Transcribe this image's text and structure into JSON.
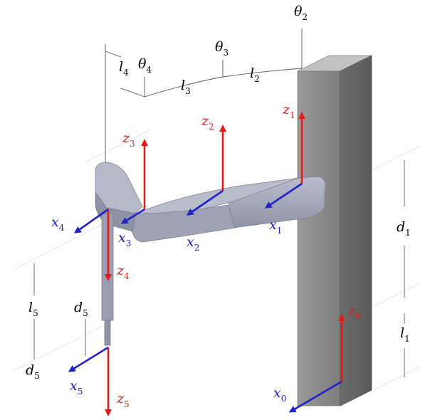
{
  "colors": {
    "z_axis": "#e31b1b",
    "x_axis": "#1f22c8",
    "frame": "#f3f3f3",
    "dim_line": "#555555",
    "column_front": "#8c8c8c",
    "column_side": "#6e6e6e",
    "column_top": "#b5b5b5",
    "arm": "#a7abbc"
  },
  "labels": {
    "theta2": {
      "sym": "θ",
      "sub": "2"
    },
    "theta3": {
      "sym": "θ",
      "sub": "3"
    },
    "theta4": {
      "sym": "θ",
      "sub": "4"
    },
    "l2": {
      "sym": "l",
      "sub": "2"
    },
    "l3": {
      "sym": "l",
      "sub": "3"
    },
    "l4": {
      "sym": "l",
      "sub": "4"
    },
    "l5": {
      "sym": "l",
      "sub": "5"
    },
    "l1": {
      "sym": "l",
      "sub": "1"
    },
    "d1": {
      "sym": "d",
      "sub": "1"
    },
    "d5_side": {
      "sym": "d",
      "sub": "5"
    },
    "d5_inner": {
      "sym": "d",
      "sub": "5"
    },
    "z0": {
      "sym": "z",
      "sub": "0"
    },
    "z1": {
      "sym": "z",
      "sub": "1"
    },
    "z2": {
      "sym": "z",
      "sub": "2"
    },
    "z3": {
      "sym": "z",
      "sub": "3"
    },
    "z4": {
      "sym": "z",
      "sub": "4"
    },
    "z5": {
      "sym": "z",
      "sub": "5"
    },
    "x0": {
      "sym": "x",
      "sub": "0"
    },
    "x1": {
      "sym": "x",
      "sub": "1"
    },
    "x2": {
      "sym": "x",
      "sub": "2"
    },
    "x3": {
      "sym": "x",
      "sub": "3"
    },
    "x4": {
      "sym": "x",
      "sub": "4"
    },
    "x5": {
      "sym": "x",
      "sub": "5"
    }
  }
}
